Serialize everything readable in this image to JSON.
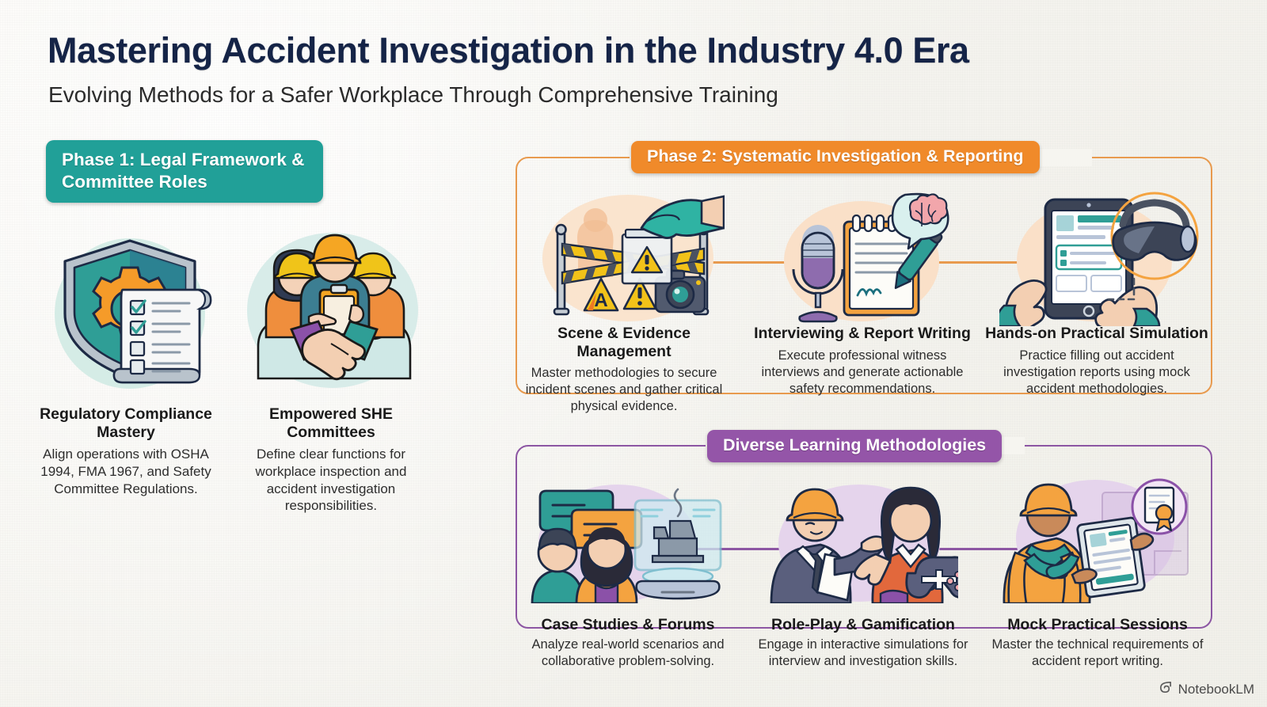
{
  "header": {
    "title": "Mastering Accident Investigation in the Industry 4.0 Era",
    "subtitle": "Evolving Methods for a Safer Workplace Through Comprehensive Training"
  },
  "colors": {
    "background": "#f6f5f0",
    "title": "#152447",
    "phase1_badge": "#21a098",
    "phase2_badge": "#f08a2a",
    "diverse_badge": "#9455a8",
    "phase2_panel_border": "#e89a4e",
    "diverse_panel_border": "#8c56a3"
  },
  "phase1": {
    "badge_label": "Phase 1: Legal Framework & Committee Roles",
    "cards": [
      {
        "icon": "shield-gear-checklist-icon",
        "title": "Regulatory Compliance Mastery",
        "body": "Align operations with OSHA 1994, FMA 1967, and Safety Committee Regulations."
      },
      {
        "icon": "safety-committee-handshake-icon",
        "title": "Empowered SHE Committees",
        "body": "Define clear functions for workplace inspection and accident investigation responsibilities."
      }
    ]
  },
  "phase2": {
    "badge_label": "Phase 2: Systematic Investigation & Reporting",
    "cards": [
      {
        "icon": "crime-scene-evidence-icon",
        "title": "Scene & Evidence Management",
        "body": "Master methodologies to secure incident scenes and gather critical physical evidence."
      },
      {
        "icon": "microphone-notepad-icon",
        "title": "Interviewing & Report Writing",
        "body": "Execute professional witness interviews and generate actionable safety recommendations."
      },
      {
        "icon": "tablet-vr-headset-icon",
        "title": "Hands-on Practical Simulation",
        "body": "Practice filling out accident investigation reports using mock accident methodologies."
      }
    ]
  },
  "diverse": {
    "badge_label": "Diverse Learning Methodologies",
    "cards": [
      {
        "icon": "discussion-hologram-icon",
        "title": "Case Studies & Forums",
        "body": "Analyze real-world scenarios and collaborative problem-solving."
      },
      {
        "icon": "roleplay-gamepad-icon",
        "title": "Role-Play & Gamification",
        "body": "Engage in interactive simulations for interview and investigation skills."
      },
      {
        "icon": "worker-tablet-report-icon",
        "title": "Mock Practical Sessions",
        "body": "Master the technical requirements of accident report writing."
      }
    ]
  },
  "footer": {
    "logo_icon": "notebooklm-spiral-icon",
    "logo_label": "NotebookLM"
  }
}
